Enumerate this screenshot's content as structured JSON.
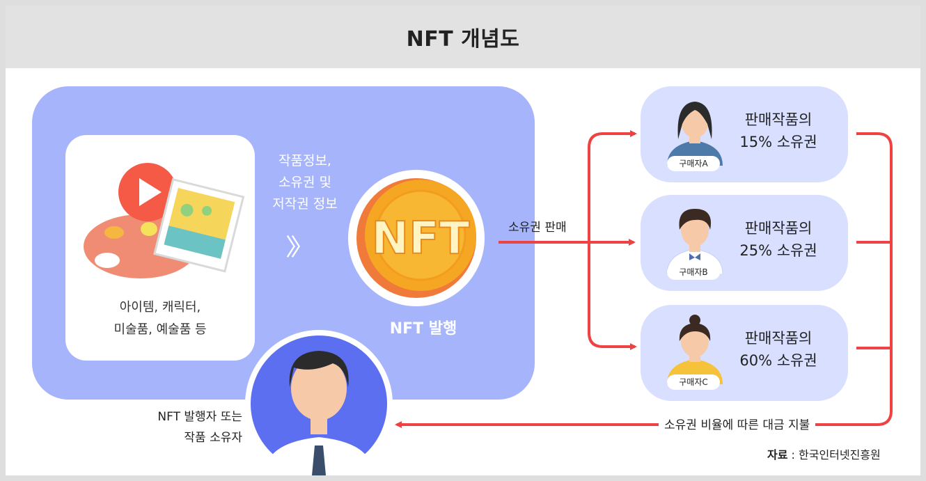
{
  "title": "NFT 개념도",
  "asset_card": {
    "line1": "아이템, 캐릭터,",
    "line2": "미술품, 예술품 등"
  },
  "info_text": {
    "line1": "작품정보,",
    "line2": "소유권 및",
    "line3": "저작권 정보"
  },
  "arrow_glyph": "〉〉",
  "coin": {
    "label": "NFT",
    "caption": "NFT 발행"
  },
  "sale_label": "소유권 판매",
  "buyers": [
    {
      "tag": "구매자A",
      "line1": "판매작품의",
      "line2": "15% 소유권"
    },
    {
      "tag": "구매자B",
      "line1": "판매작품의",
      "line2": "25% 소유권"
    },
    {
      "tag": "구매자C",
      "line1": "판매작품의",
      "line2": "60% 소유권"
    }
  ],
  "payment_label": "소유권 비율에 따른 대금 지불",
  "issuer": {
    "line1": "NFT 발행자 또는",
    "line2": "작품 소유자"
  },
  "source": {
    "label": "자료",
    "text": " : 한국인터넷진흥원"
  },
  "colors": {
    "panel": "#a5b4fb",
    "buyer_box": "#d8dfff",
    "arrow": "#ef4242",
    "coin": "#f5a623",
    "issuer_circle": "#5b6ff0"
  }
}
